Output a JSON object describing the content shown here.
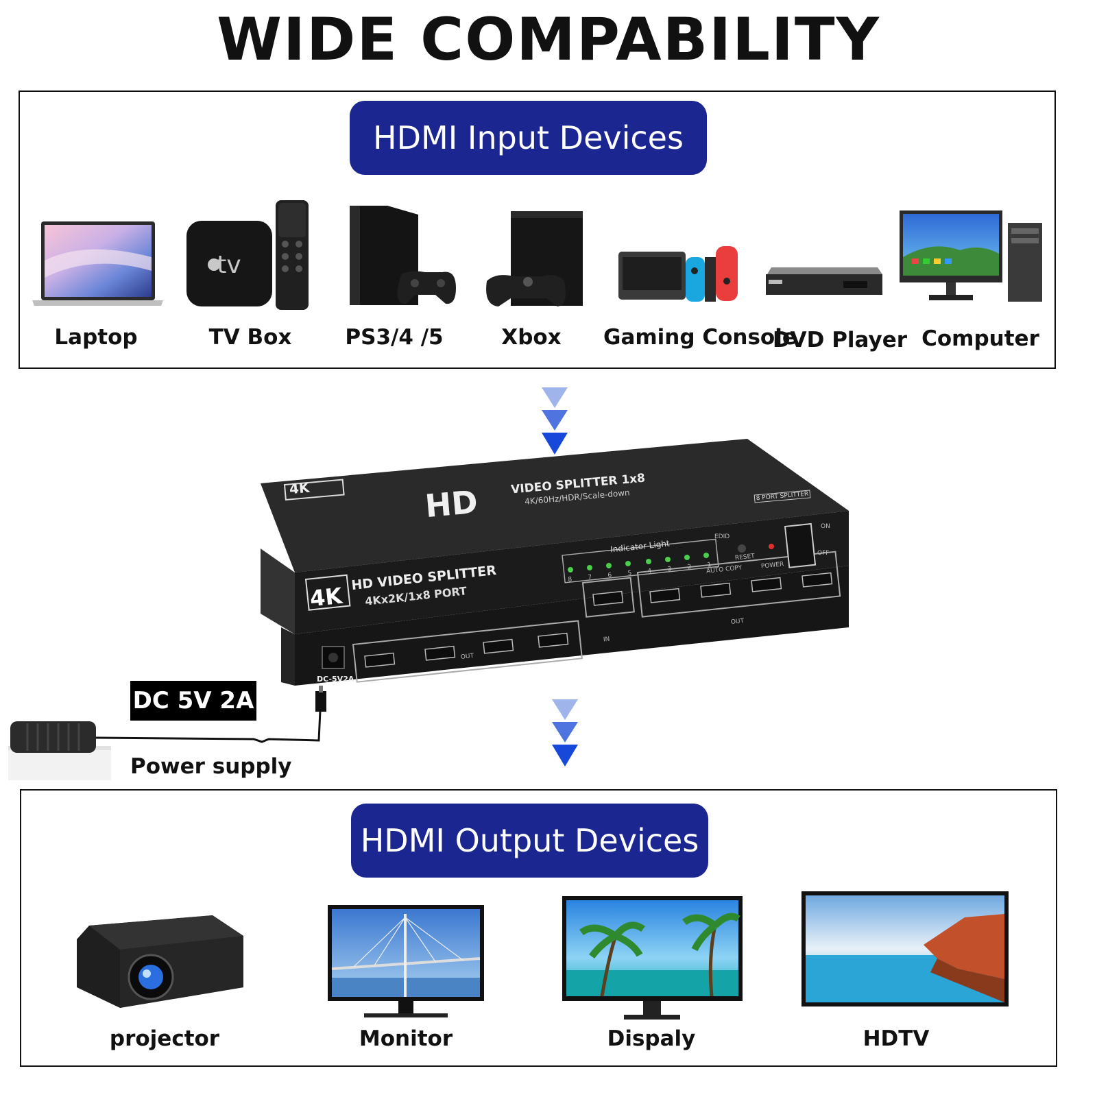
{
  "title": "WIDE COMPABILITY",
  "input_section": {
    "heading": "HDMI  Input Devices",
    "devices": [
      {
        "label": "Laptop",
        "icon": "laptop-icon"
      },
      {
        "label": "TV Box",
        "icon": "tv-box-icon"
      },
      {
        "label": "PS3/4 /5",
        "icon": "playstation-icon"
      },
      {
        "label": "Xbox",
        "icon": "xbox-icon"
      },
      {
        "label": "Gaming Console",
        "icon": "gaming-console-icon"
      },
      {
        "label": "DVD Player",
        "icon": "dvd-player-icon"
      },
      {
        "label": "Computer",
        "icon": "computer-icon"
      }
    ]
  },
  "splitter": {
    "top_badge": "4K",
    "top_brand": "HD",
    "top_line1": "VIDEO SPLITTER 1x8",
    "top_line2": "4K/60Hz/HDR/Scale-down",
    "port_badge": "8 PORT SPLITTER",
    "front_badge": "4K",
    "front_line1": "HD VIDEO SPLITTER",
    "front_line2": "4Kx2K/1x8 PORT",
    "indicator_label": "Indicator Light",
    "indicator_numbers": [
      "8",
      "7",
      "6",
      "5",
      "4",
      "3",
      "2",
      "1"
    ],
    "edid": "EDID",
    "auto_copy": "AUTO COPY",
    "reset": "RESET",
    "power": "POWER",
    "on": "ON",
    "off": "OFF",
    "dc_label": "DC-5V2A",
    "out_label": "OUT",
    "in_label": "IN"
  },
  "power": {
    "badge": "DC 5V 2A",
    "label": "Power supply"
  },
  "output_section": {
    "heading": "HDMI  Output Devices",
    "devices": [
      {
        "label": "projector",
        "icon": "projector-icon"
      },
      {
        "label": "Monitor",
        "icon": "monitor-icon"
      },
      {
        "label": "Dispaly",
        "icon": "display-icon"
      },
      {
        "label": "HDTV",
        "icon": "hdtv-icon"
      }
    ]
  },
  "colors": {
    "pill": "#1c2691",
    "arrow_light": "#9fb4ea",
    "arrow_mid": "#4f74df",
    "arrow_dark": "#1748d9"
  }
}
